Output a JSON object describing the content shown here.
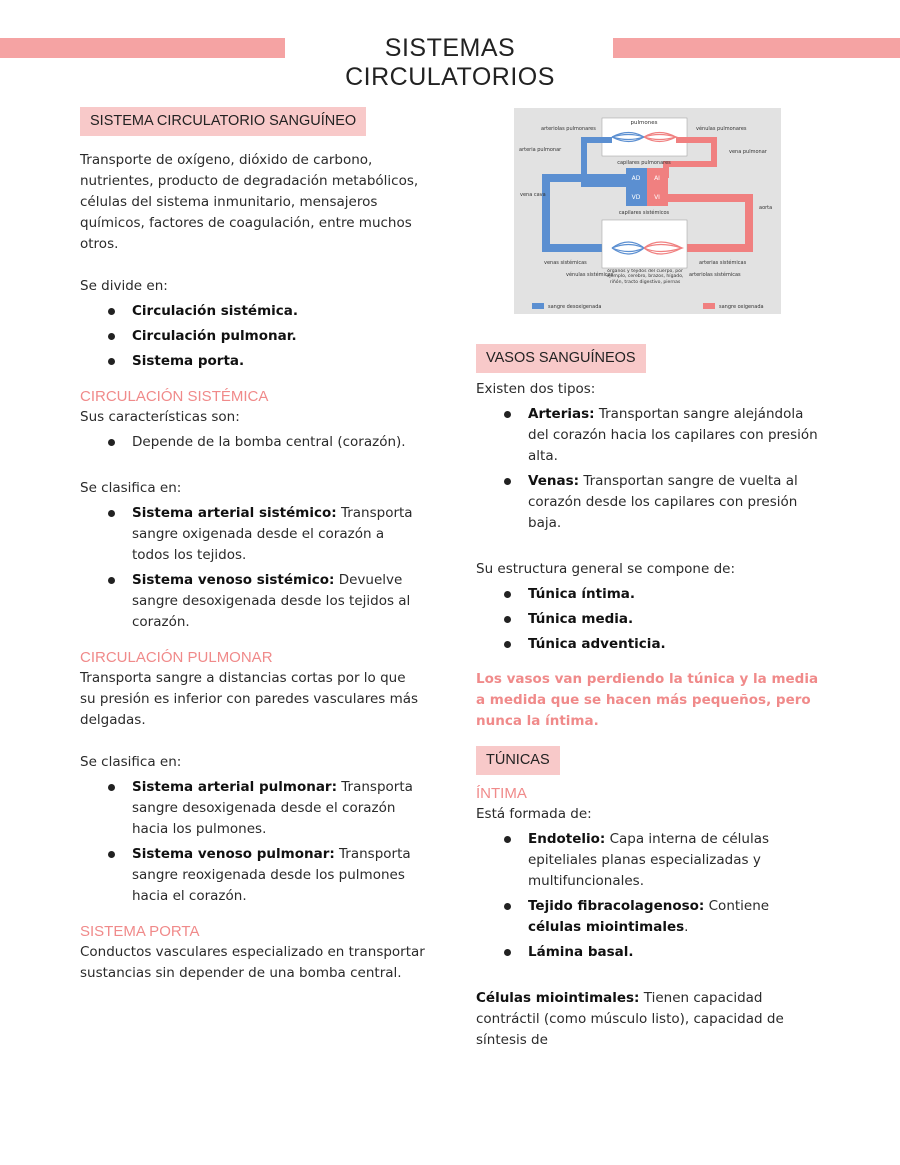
{
  "title": "SISTEMAS CIRCULATORIOS",
  "left": {
    "s1_head": "SISTEMA CIRCULATORIO SANGUÍNEO",
    "s1_text": "Transporte de oxígeno, dióxido de carbono, nutrientes, producto de degradación metabólicos, células del sistema inmunitario, mensajeros químicos, factores de coagulación, entre muchos otros.",
    "s1_divide": "Se divide en:",
    "s1_items": [
      "Circulación sistémica.",
      "Circulación pulmonar.",
      "Sistema porta."
    ],
    "sist_head": "CIRCULACIÓN SISTÉMICA",
    "sist_intro": "Sus características son:",
    "sist_char": "Depende de la bomba central (corazón).",
    "sist_clas": "Se clasifica en:",
    "sist_items": [
      {
        "b": "Sistema arterial sistémico:",
        "t": " Transporta sangre oxigenada desde el corazón a todos los tejidos."
      },
      {
        "b": "Sistema venoso sistémico:",
        "t": " Devuelve sangre desoxigenada desde los tejidos al corazón."
      }
    ],
    "pulm_head": "CIRCULACIÓN PULMONAR",
    "pulm_text": "Transporta sangre a distancias cortas por lo que su presión es inferior con paredes vasculares más delgadas.",
    "pulm_clas": "Se clasifica en:",
    "pulm_items": [
      {
        "b": "Sistema arterial pulmonar:",
        "t": " Transporta sangre desoxigenada desde el corazón hacia los pulmones."
      },
      {
        "b": "Sistema venoso pulmonar:",
        "t": " Transporta sangre reoxigenada desde los pulmones hacia el corazón."
      }
    ],
    "porta_head": "SISTEMA PORTA",
    "porta_text": "Conductos vasculares especializado en transportar sustancias sin depender de una bomba central."
  },
  "diagram": {
    "pulmones": "pulmones",
    "arteriolas_pulmonares": "arteriolas pulmonares",
    "venulas_pulmonares": "vénulas pulmonares",
    "arteria_pulmonar": "arteria pulmonar",
    "vena_pulmonar": "vena pulmonar",
    "capilares_pulmonares": "capilares pulmonares",
    "vena_cava": "vena cava",
    "aorta": "aorta",
    "capilares_sistemicos": "capilares sistémicos",
    "venas_sistemicas": "venas sistémicas",
    "arterias_sistemicas": "arterias sistémicas",
    "venulas_sistemicas": "vénulas sistémicas",
    "arteriolas_sistemicas": "arteriolas sistémicas",
    "organos": "órganos y tejidos del cuerpo, por ejemplo, cerebro, brazos, hígado, riñón, tracto digestivo, piernas",
    "ad": "AD",
    "ai": "AI",
    "vd": "VD",
    "vi": "VI",
    "legend_blue": "sangre desoxigenada",
    "legend_red": "sangre oxigenada",
    "colors": {
      "blue": "#5b8fd1",
      "red": "#f08080"
    }
  },
  "right": {
    "vasos_head": "VASOS SANGUÍNEOS",
    "vasos_intro": "Existen dos tipos:",
    "vasos_items": [
      {
        "b": "Arterias:",
        "t": " Transportan sangre alejándola del corazón hacia los capilares con presión alta."
      },
      {
        "b": "Venas:",
        "t": " Transportan sangre de vuelta al corazón desde los capilares con presión baja."
      }
    ],
    "estructura": "Su estructura general se compone de:",
    "tunicas_items": [
      "Túnica íntima.",
      "Túnica media.",
      "Túnica adventicia."
    ],
    "note": "Los vasos van perdiendo la túnica y la media a medida que se hacen más pequeños, pero nunca la íntima.",
    "tunicas_head": "TÚNICAS",
    "intima_head": "ÍNTIMA",
    "intima_intro": "Está formada de:",
    "intima_items": [
      {
        "b": "Endotelio:",
        "t": " Capa interna de células epiteliales planas especializadas y multifuncionales."
      },
      {
        "b": "Tejido fibracolagenoso:",
        "t": " Contiene ",
        "b2": "células miointimales",
        "t2": "."
      },
      {
        "b": "Lámina basal.",
        "t": ""
      }
    ],
    "celulas_b": "Células miointimales:",
    "celulas_t": " Tienen capacidad contráctil (como músculo listo), capacidad de síntesis de"
  }
}
